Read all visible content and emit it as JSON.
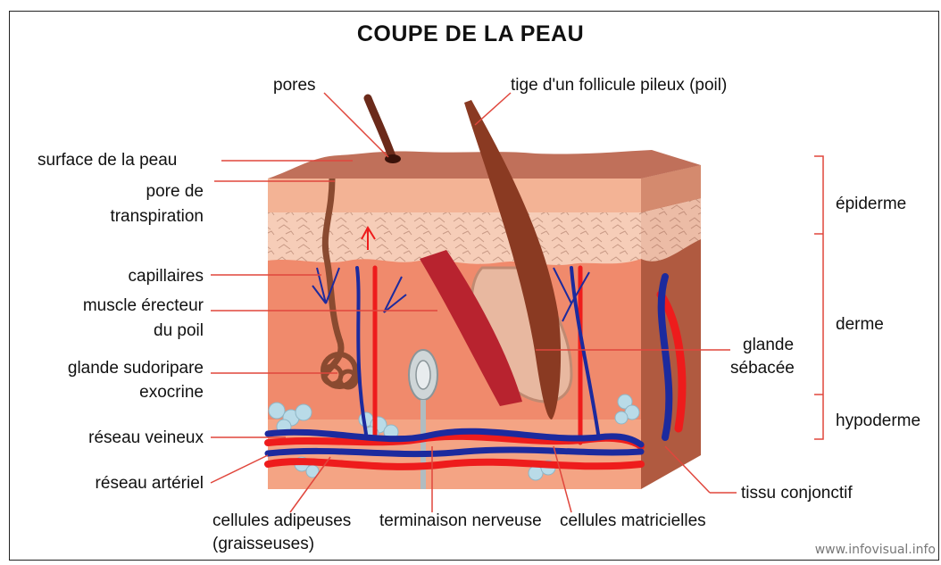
{
  "title": "COUPE DE LA PEAU",
  "labels": {
    "pores": "pores",
    "tige": "tige d'un follicule pileux (poil)",
    "surface": "surface de la peau",
    "pore_line1": "pore de",
    "pore_line2": "transpiration",
    "capillaires": "capillaires",
    "muscle_line1": "muscle érecteur",
    "muscle_line2": "du poil",
    "glande_sud_line1": "glande sudoripare",
    "glande_sud_line2": "exocrine",
    "reseau_veineux": "réseau veineux",
    "reseau_arteriel": "réseau artériel",
    "cellules_adipeuses_line1": "cellules adipeuses",
    "cellules_adipeuses_line2": "(graisseuses)",
    "terminaison": "terminaison nerveuse",
    "cellules_matricielles": "cellules matricielles",
    "tissu": "tissu conjonctif",
    "glande_seb_line1": "glande",
    "glande_seb_line2": "sébacée",
    "epiderme": "épiderme",
    "derme": "derme",
    "hypoderme": "hypoderme"
  },
  "watermark": "www.infovisual.info",
  "colors": {
    "leader_line": "#e0463c",
    "artery": "#ee1c1c",
    "vein": "#1c2a9e",
    "skin_surface": "#c0705a",
    "dermis": "#f08a6c",
    "fat_cell": "#b9dbe8",
    "hair": "#6b2a1a",
    "muscle": "#b8232f",
    "bracket": "#e0463c"
  }
}
